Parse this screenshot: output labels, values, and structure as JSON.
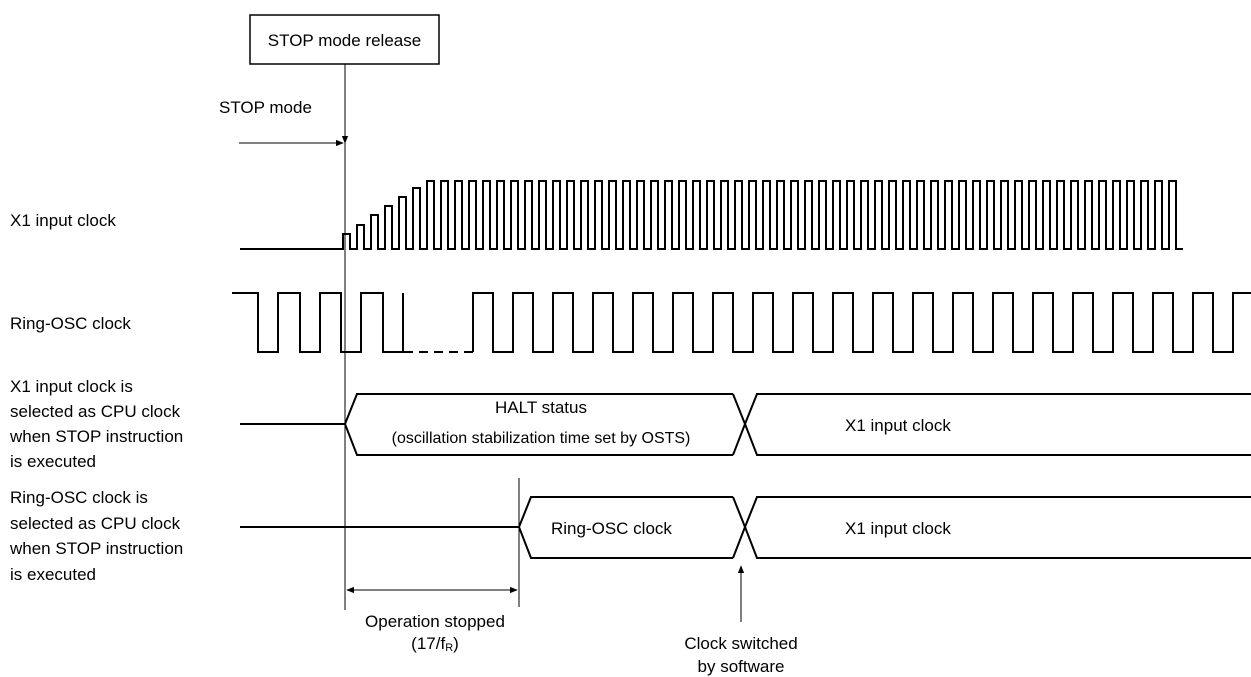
{
  "release_box": "STOP mode release",
  "stop_mode": "STOP mode",
  "signals": {
    "x1": "X1 input clock",
    "ring": "Ring-OSC clock"
  },
  "case1": {
    "label_lines": [
      "X1 input clock is",
      "selected as CPU clock",
      "when STOP instruction",
      "is executed"
    ],
    "state1_title": "HALT status",
    "state1_sub": "(oscillation stabilization time set by OSTS)",
    "state2": "X1 input clock"
  },
  "case2": {
    "label_lines": [
      "Ring-OSC clock is",
      "selected as CPU clock",
      "when STOP instruction",
      "is executed"
    ],
    "state1": "Ring-OSC clock",
    "state2": "X1 input clock"
  },
  "op_stopped": {
    "line1": "Operation stopped",
    "line2_prefix": "(17/f",
    "line2_sub": "R",
    "line2_suffix": ")"
  },
  "switch_note": [
    "Clock switched",
    "by software"
  ]
}
